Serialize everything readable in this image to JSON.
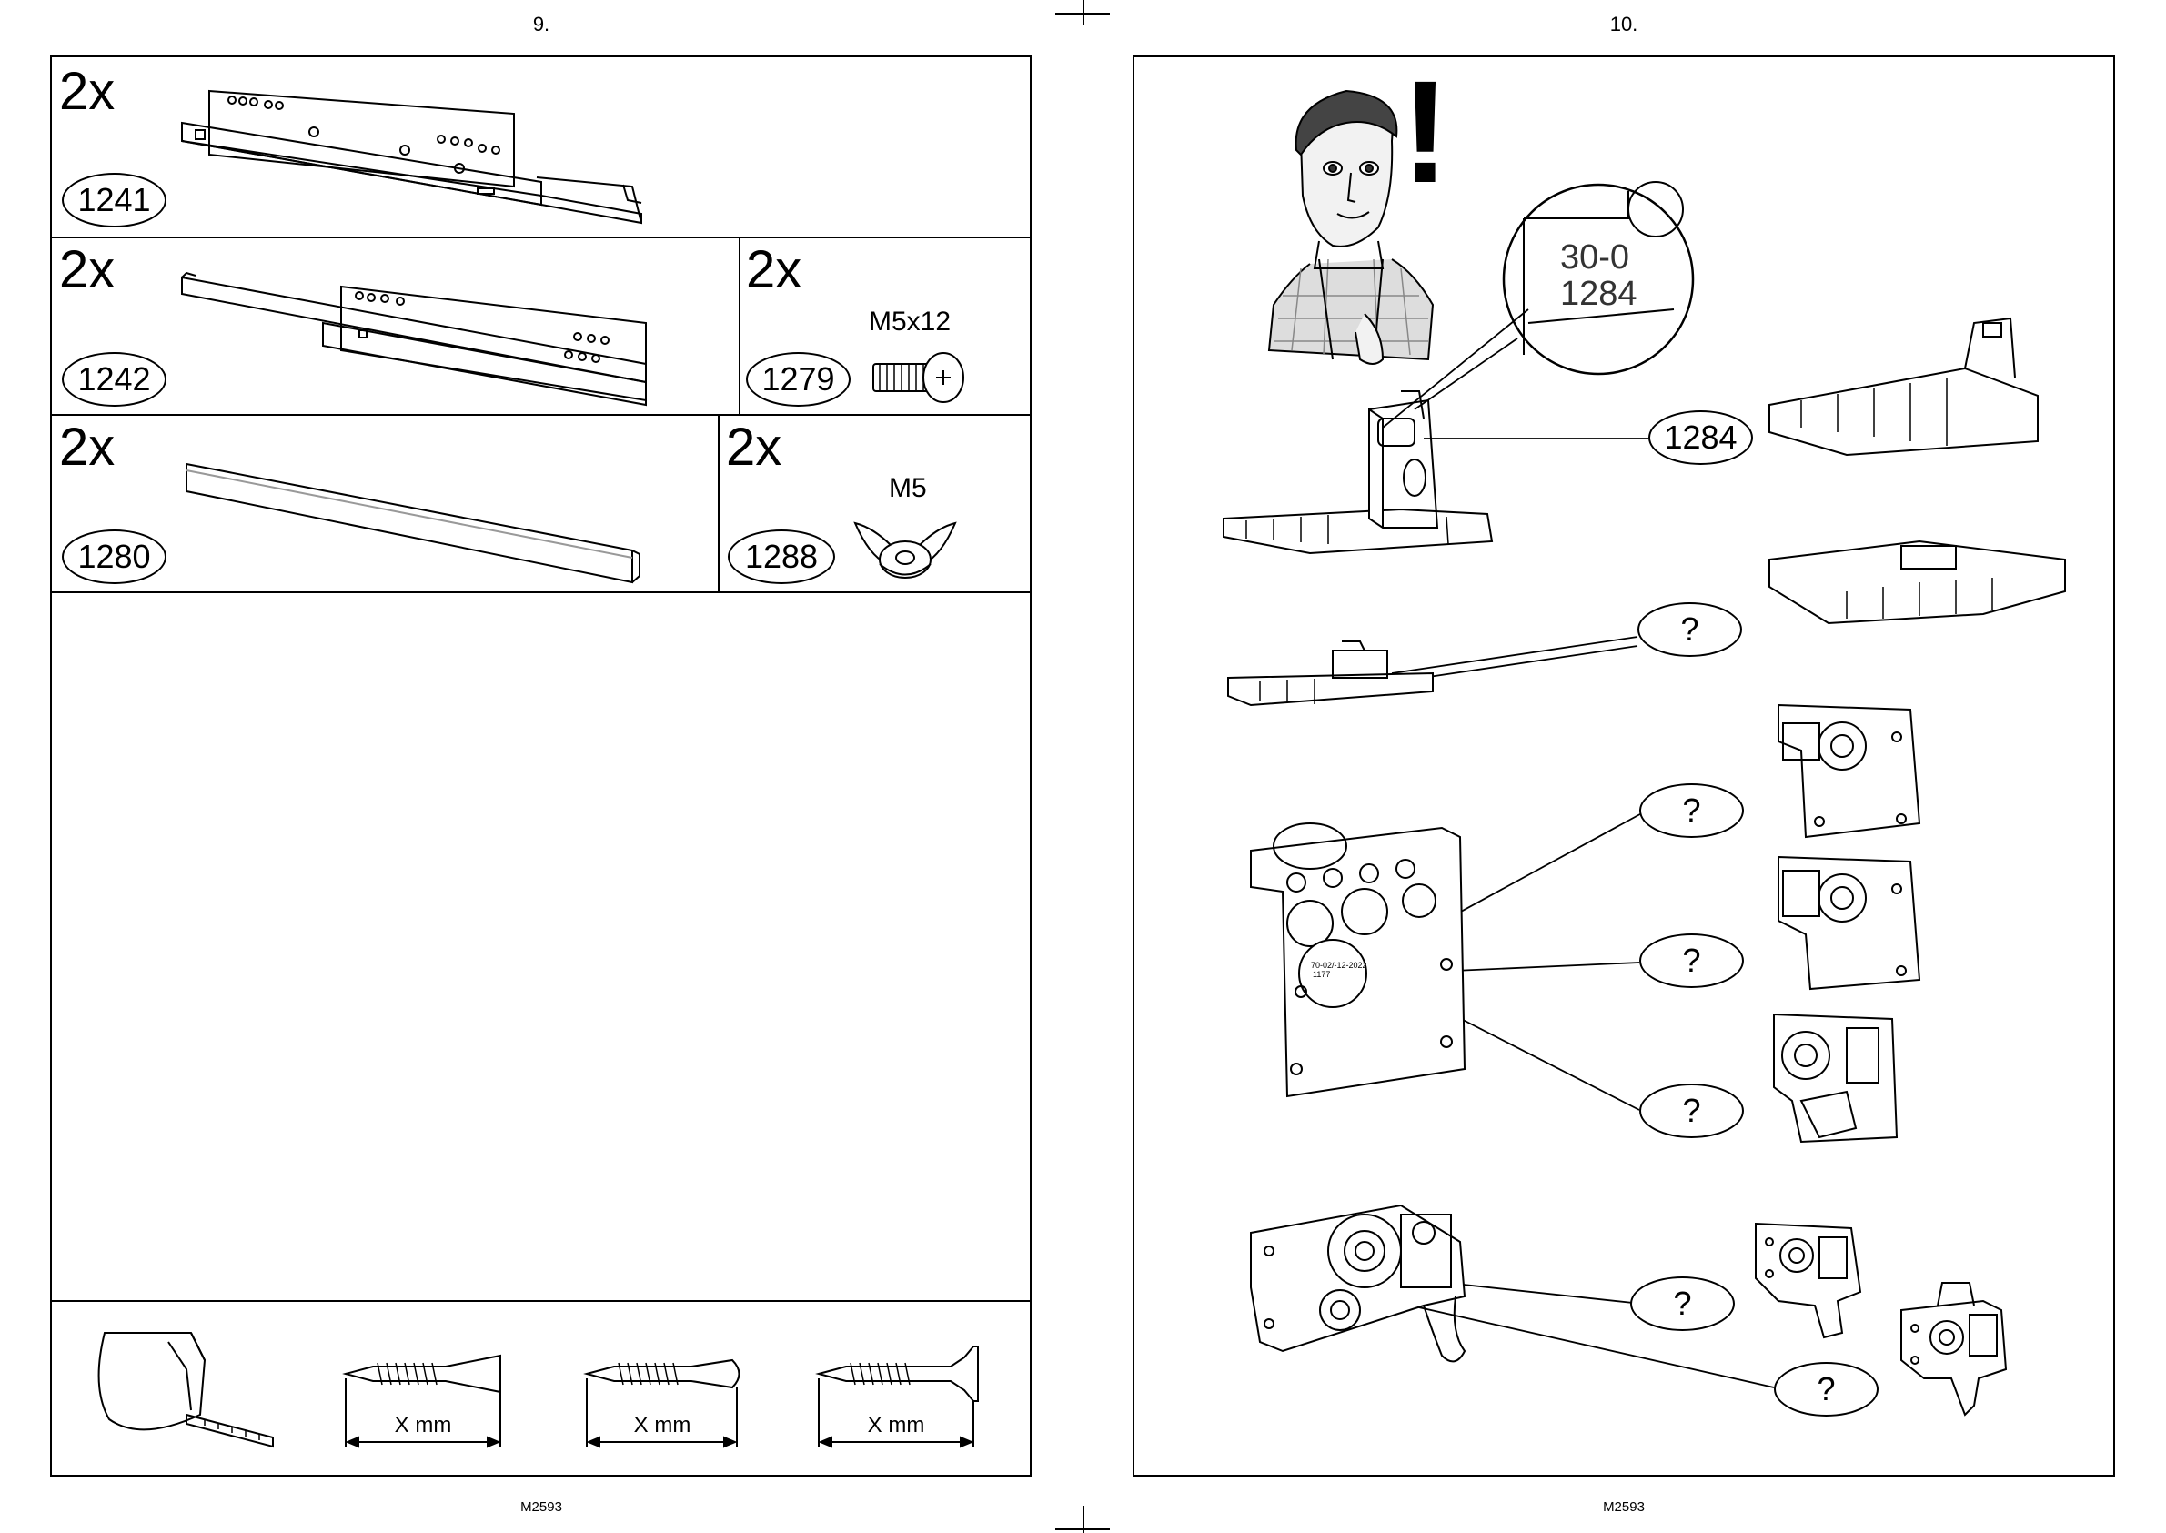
{
  "left_page": {
    "page_number": "9.",
    "footer_code": "M2593",
    "parts": [
      {
        "quantity": "2x",
        "part_no": "1241",
        "name": "drawer-runner-left"
      },
      {
        "quantity": "2x",
        "part_no": "1242",
        "name": "drawer-runner-right"
      },
      {
        "quantity": "2x",
        "part_no": "1279",
        "spec": "M5x12",
        "name": "screw"
      },
      {
        "quantity": "2x",
        "part_no": "1280",
        "name": "profile-bar"
      },
      {
        "quantity": "2x",
        "part_no": "1288",
        "spec": "M5",
        "name": "wing-nut"
      }
    ],
    "measure_labels": [
      "X mm",
      "X mm",
      "X mm"
    ]
  },
  "right_page": {
    "page_number": "10.",
    "footer_code": "M2593",
    "warning_symbol": "!",
    "magnifier_text": [
      "30-0",
      "1284"
    ],
    "callouts": [
      "1284",
      "?",
      "?",
      "?",
      "?",
      "?",
      "?"
    ]
  }
}
